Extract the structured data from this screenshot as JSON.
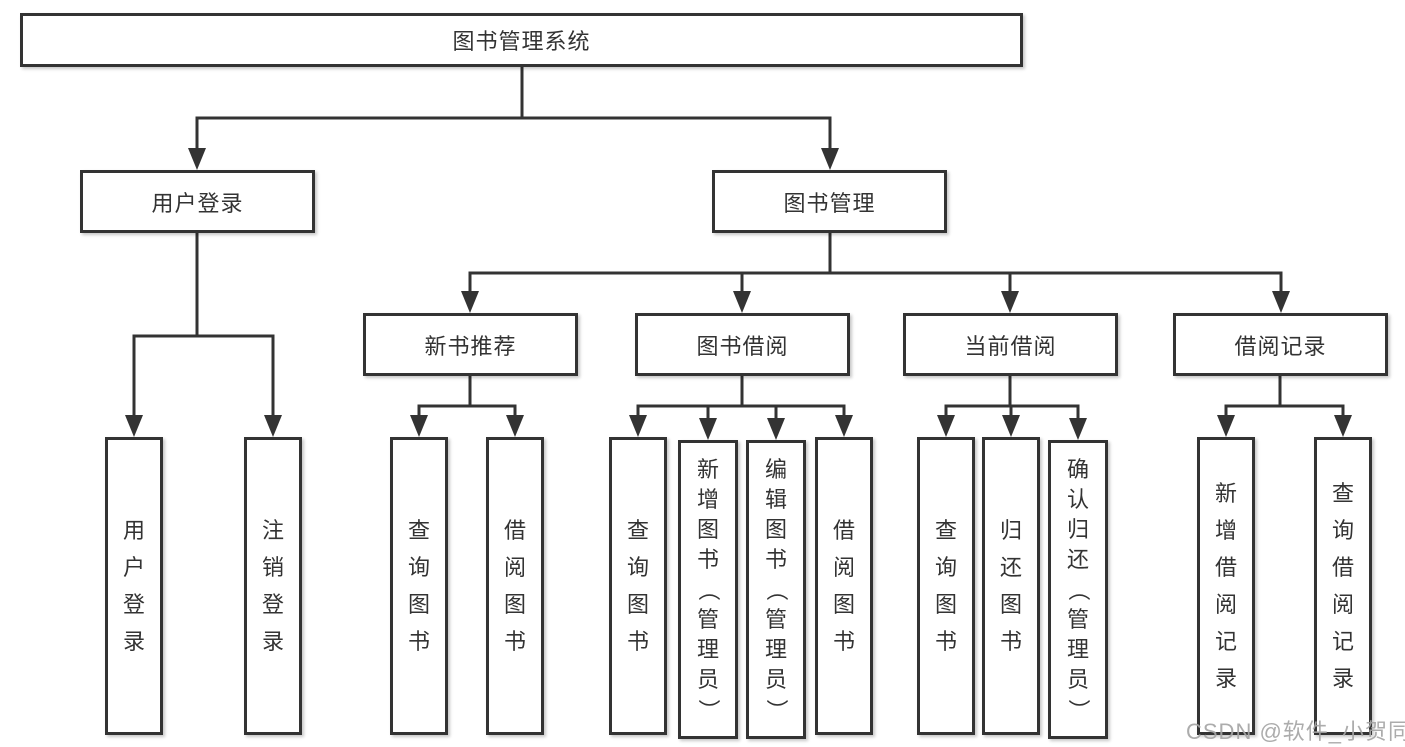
{
  "colors": {
    "line": "#333333",
    "text": "#333333",
    "box_background": "#ffffff",
    "watermark": "#a5a5a5",
    "background": "#ffffff"
  },
  "diagram": {
    "root": "图书管理系统",
    "branches": [
      {
        "label": "用户登录",
        "children": [
          "用户登录",
          "注销登录"
        ]
      },
      {
        "label": "图书管理",
        "children": [
          {
            "label": "新书推荐",
            "children": [
              "查询图书",
              "借阅图书"
            ]
          },
          {
            "label": "图书借阅",
            "children": [
              "查询图书",
              "新增图书（管理员）",
              "编辑图书（管理员）",
              "借阅图书"
            ]
          },
          {
            "label": "当前借阅",
            "children": [
              "查询图书",
              "归还图书",
              "确认归还（管理员）"
            ]
          },
          {
            "label": "借阅记录",
            "children": [
              "新增借阅记录",
              "查询借阅记录"
            ]
          }
        ]
      }
    ],
    "watermark": "CSDN @软件_小贺同学"
  }
}
